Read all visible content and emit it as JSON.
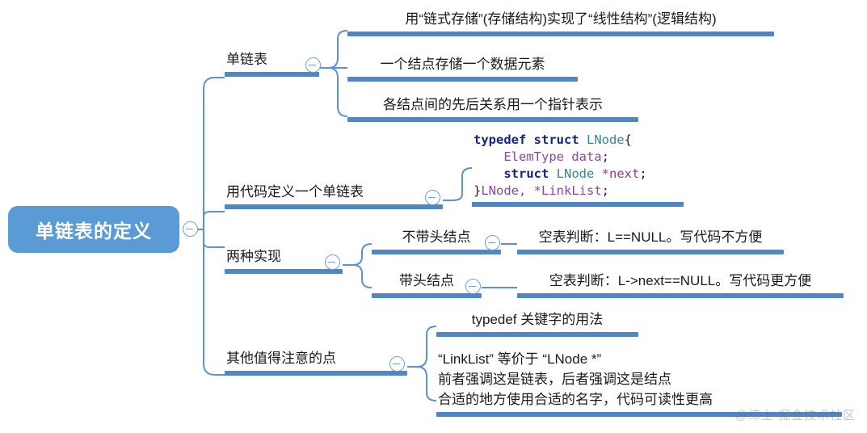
{
  "root": {
    "label": "单链表的定义",
    "fill": "#5b9bd5",
    "text_color": "#ffffff"
  },
  "theme": {
    "rule_color": "#4e86c6",
    "wire_color": "#5b93cf",
    "toggle_color": "#6fa0d6",
    "text_color": "#1a1a1a",
    "background": "#ffffff"
  },
  "branches": [
    {
      "label": "单链表",
      "toggle": "collapse-minus-icon",
      "leaves": [
        {
          "text": "用“链式存储”(存储结构)实现了“线性结构”(逻辑结构)"
        },
        {
          "text": "一个结点存储一个数据元素"
        },
        {
          "text": "各结点间的先后关系用一个指针表示"
        }
      ]
    },
    {
      "label": "用代码定义一个单链表",
      "toggle": "collapse-minus-icon",
      "code": {
        "lines": [
          [
            {
              "t": "typedef struct ",
              "c": "kw"
            },
            {
              "t": "LNode",
              "c": "typ"
            },
            {
              "t": "{",
              "c": "pun"
            }
          ],
          [
            {
              "t": "    ",
              "c": "pun"
            },
            {
              "t": "ElemType data",
              "c": "var"
            },
            {
              "t": ";",
              "c": "pun"
            }
          ],
          [
            {
              "t": "    ",
              "c": "pun"
            },
            {
              "t": "struct ",
              "c": "kw"
            },
            {
              "t": "LNode ",
              "c": "typ"
            },
            {
              "t": "*next",
              "c": "ptr"
            },
            {
              "t": ";",
              "c": "pun"
            }
          ],
          [
            {
              "t": "}",
              "c": "pun"
            },
            {
              "t": "LNode, *LinkList",
              "c": "var"
            },
            {
              "t": ";",
              "c": "pun"
            }
          ]
        ]
      }
    },
    {
      "label": "两种实现",
      "toggle": "collapse-minus-icon",
      "children": [
        {
          "label": "不带头结点",
          "toggle": "collapse-minus-icon",
          "leaf": "空表判断：L==NULL。写代码不方便"
        },
        {
          "label": "带头结点",
          "toggle": "collapse-minus-icon",
          "leaf": "空表判断：L->next==NULL。写代码更方便"
        }
      ]
    },
    {
      "label": "其他值得注意的点",
      "toggle": "collapse-minus-icon",
      "leaves": [
        {
          "text": "typedef 关键字的用法"
        },
        {
          "text": "“LinkList” 等价于 “LNode *”\n前者强调这是链表，后者强调这是结点\n合适的地方使用合适的名字，代码可读性更高"
        }
      ]
    }
  ],
  "watermark": "@缔上 掘金技术社区"
}
